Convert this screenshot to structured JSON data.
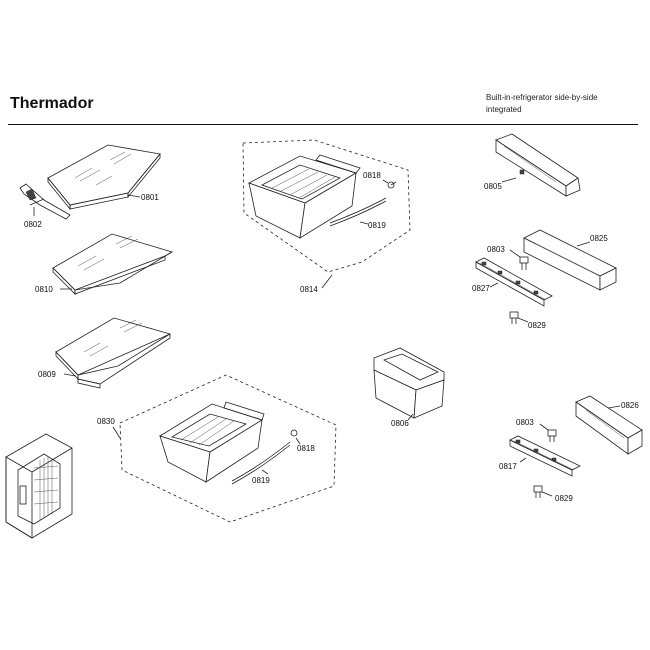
{
  "header": {
    "brand": "Thermador",
    "description_line1": "Built-in-refrigerator side-by-side",
    "description_line2": "integrated"
  },
  "parts": {
    "p0801": "0801",
    "p0802": "0802",
    "p0810": "0810",
    "p0809": "0809",
    "p0818_top": "0818",
    "p0819_top": "0819",
    "p0814": "0814",
    "p0805": "0805",
    "p0803_top": "0803",
    "p0825": "0825",
    "p0827": "0827",
    "p0829_top": "0829",
    "p0806": "0806",
    "p0830": "0830",
    "p0818_bottom": "0818",
    "p0819_bottom": "0819",
    "p0803_bottom": "0803",
    "p0826": "0826",
    "p0817": "0817",
    "p0829_bottom": "0829"
  }
}
